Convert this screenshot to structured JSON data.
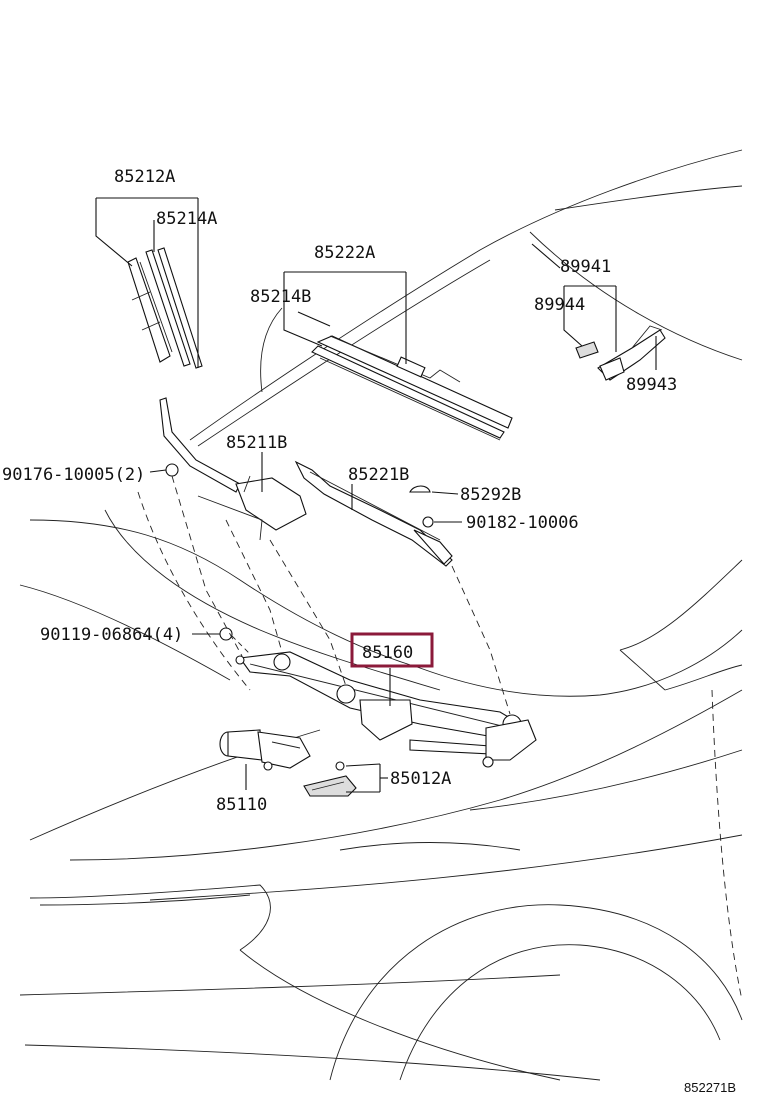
{
  "highlight_color": "#8b1a3a",
  "labels": {
    "p85212A": "85212A",
    "p85214A": "85214A",
    "p85222A": "85222A",
    "p85214B": "85214B",
    "p89941": "89941",
    "p89944": "89944",
    "p89943": "89943",
    "p85211B": "85211B",
    "p90176": "90176-10005(2)",
    "p85221B": "85221B",
    "p85292B": "85292B",
    "p90182": "90182-10006",
    "p90119": "90119-06864(4)",
    "p85160": "85160",
    "p85012A": "85012A",
    "p85110": "85110",
    "ref": "852271B"
  }
}
